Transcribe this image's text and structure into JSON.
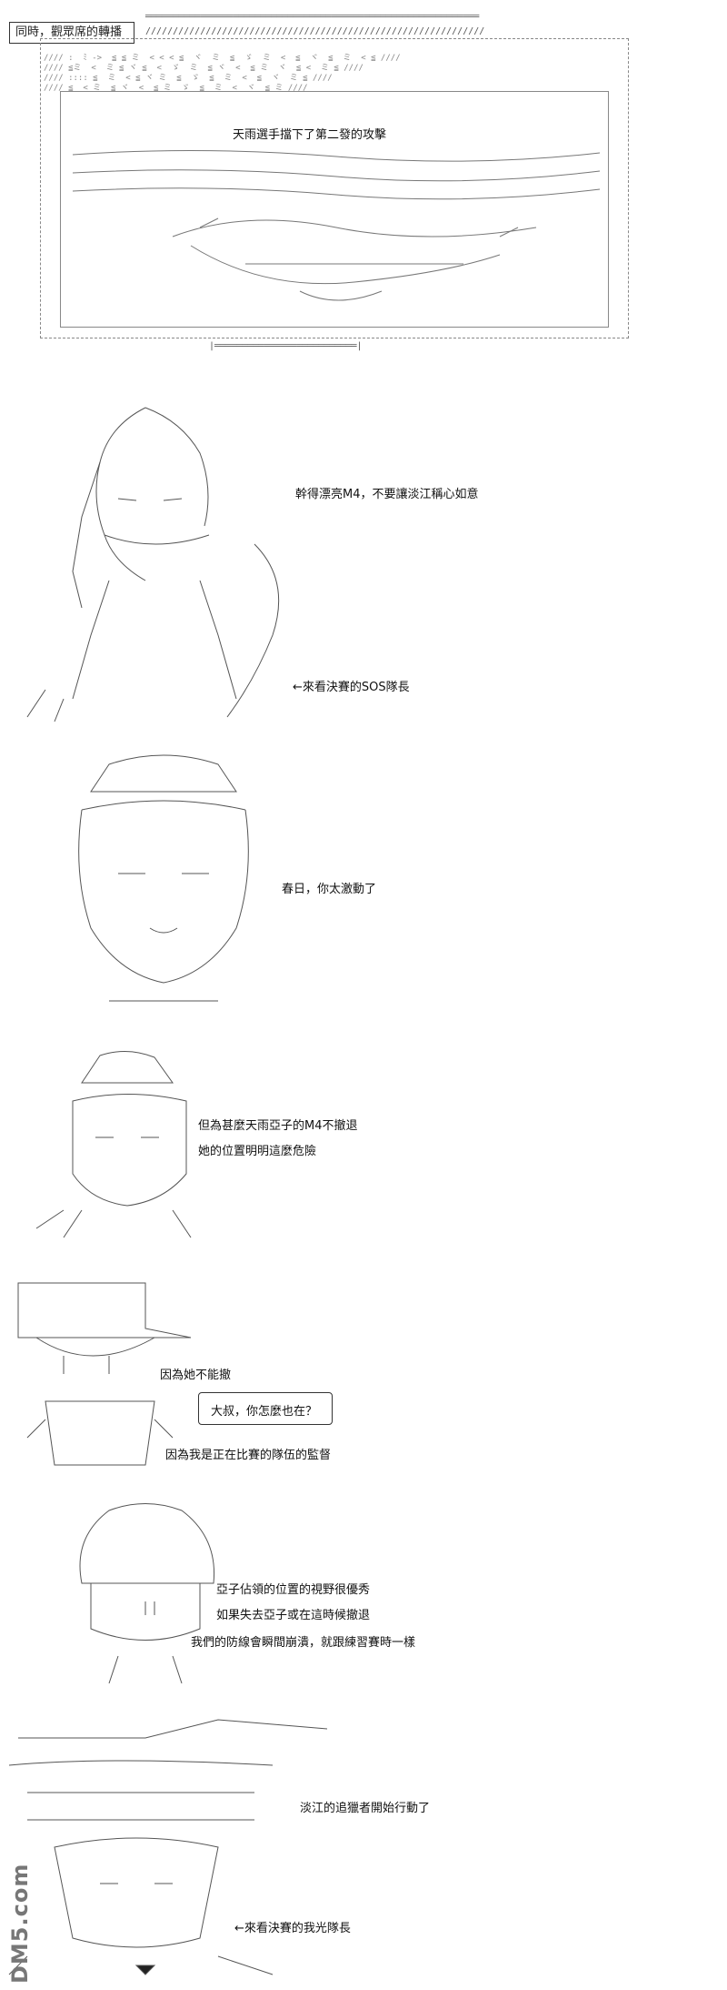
{
  "caption": {
    "text": "同時，觀眾席的轉播"
  },
  "banner": {
    "headline": "天雨選手擋下了第二發的攻擊"
  },
  "panels": [
    {
      "lines": [
        "幹得漂亮M4，不要讓淡江稱心如意"
      ],
      "note": "←來看決賽的SOS隊長"
    },
    {
      "lines": [
        "春日，你太激動了"
      ]
    },
    {
      "lines": [
        "但為甚麼天雨亞子的M4不撤退",
        "她的位置明明這麼危險"
      ]
    },
    {
      "lines": [
        "因為她不能撤"
      ],
      "bubble": "大叔，你怎麼也在？",
      "after": "因為我是正在比賽的隊伍的監督"
    },
    {
      "lines": [
        "亞子佔領的位置的視野很優秀",
        "如果失去亞子或在這時候撤退",
        "我們的防線會瞬間崩潰，就跟練習賽時一樣"
      ]
    },
    {
      "lines": [
        "淡江的追獵者開始行動了"
      ],
      "note": "←來看決賽的我光隊長"
    }
  ],
  "watermark": {
    "text": "DM5.com"
  },
  "icons": [
    "ascii-art-figure"
  ]
}
